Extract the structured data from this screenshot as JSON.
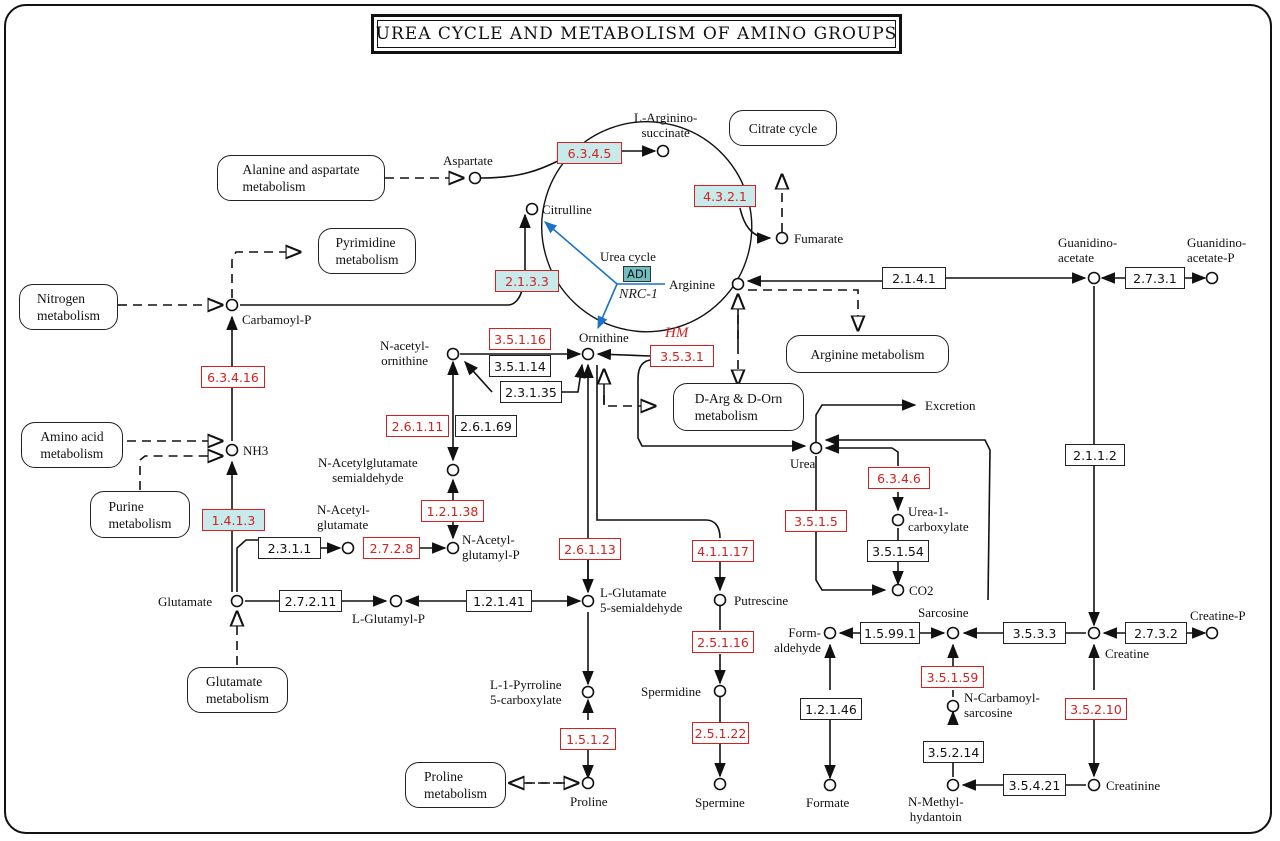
{
  "title": "UREA CYCLE AND METABOLISM OF AMINO GROUPS",
  "colors": {
    "highlight_enzyme_border": "#d42020",
    "highlight_fill": "#c8eaea",
    "adi_fill": "#6fbfc0",
    "blue_arrow": "#1a73c8"
  },
  "maps": {
    "ala_asp": "Alanine and aspartate\nmetabolism",
    "pyrimidine": "Pyrimidine\nmetabolism",
    "nitrogen": "Nitrogen\nmetabolism",
    "amino_acid": "Amino acid\nmetabolism",
    "purine": "Purine\nmetabolism",
    "glutamate": "Glutamate\nmetabolism",
    "proline": "Proline\nmetabolism",
    "citrate": "Citrate cycle",
    "arginine": "Arginine metabolism",
    "darg": "D-Arg & D-Orn\nmetabolism"
  },
  "compounds": {
    "aspartate": "Aspartate",
    "argininosuccinate": "L-Arginino-\nsuccinate",
    "citrulline": "Citrulline",
    "fumarate": "Fumarate",
    "arginine": "Arginine",
    "ornithine": "Ornithine",
    "carbamoyl_p": "Carbamoyl-P",
    "nh3": "NH3",
    "n_acetylornithine": "N-acetyl-\nornithine",
    "n_acetylglutamate_sa": "N-Acetylglutamate\nsemialdehyde",
    "n_acetylglutamate": "N-Acetyl-\nglutamate",
    "n_acetylglutamyl_p": "N-Acetyl-\nglutamyl-P",
    "glutamate": "Glutamate",
    "glutamyl_p": "L-Glutamyl-P",
    "glu_semialdehyde": "L-Glutamate\n5-semialdehyde",
    "pyrroline": "L-1-Pyrroline\n5-carboxylate",
    "proline": "Proline",
    "putrescine": "Putrescine",
    "spermidine": "Spermidine",
    "spermine": "Spermine",
    "urea": "Urea",
    "excretion": "Excretion",
    "urea_carboxylate": "Urea-1-\ncarboxylate",
    "co2": "CO2",
    "guanidinoacetate": "Guanidino-\nacetate",
    "guanidinoacetate_p": "Guanidino-\nacetate-P",
    "sarcosine": "Sarcosine",
    "formaldehyde": "Form-\naldehyde",
    "formate": "Formate",
    "creatine": "Creatine",
    "creatine_p": "Creatine-P",
    "creatinine": "Creatinine",
    "n_carbamoylsarcosine": "N-Carbamoyl-\nsarcosine",
    "n_methylhydantoin": "N-Methyl-\nhydantoin"
  },
  "enzymes": {
    "e6345": "6.3.4.5",
    "e4321": "4.3.2.1",
    "e2133": "2.1.3.3",
    "e63416": "6.3.4.16",
    "e1413": "1.4.1.3",
    "e35116": "3.5.1.16",
    "e35114": "3.5.1.14",
    "e23135": "2.3.1.35",
    "e3531": "3.5.3.1",
    "e26111": "2.6.1.11",
    "e26169": "2.6.1.69",
    "e12138": "1.2.1.38",
    "e2311": "2.3.1.1",
    "e2728": "2.7.2.8",
    "e27211": "2.7.2.11",
    "e12141": "1.2.1.41",
    "e26113": "2.6.1.13",
    "e1512": "1.5.1.2",
    "e41117": "4.1.1.17",
    "e25116": "2.5.1.16",
    "e25122": "2.5.1.22",
    "e2141": "2.1.4.1",
    "e2731": "2.7.3.1",
    "e2112": "2.1.1.2",
    "e6346": "6.3.4.6",
    "e3515": "3.5.1.5",
    "e35154": "3.5.1.54",
    "e15991": "1.5.99.1",
    "e3533": "3.5.3.3",
    "e2732": "2.7.3.2",
    "e35159": "3.5.1.59",
    "e12146": "1.2.1.46",
    "e35210": "3.5.2.10",
    "e35214": "3.5.2.14",
    "e35421": "3.5.4.21"
  },
  "annotations": {
    "urea_cycle": "Urea cycle",
    "adi": "ADI",
    "nrc": "NRC-1",
    "hm": "HM"
  }
}
